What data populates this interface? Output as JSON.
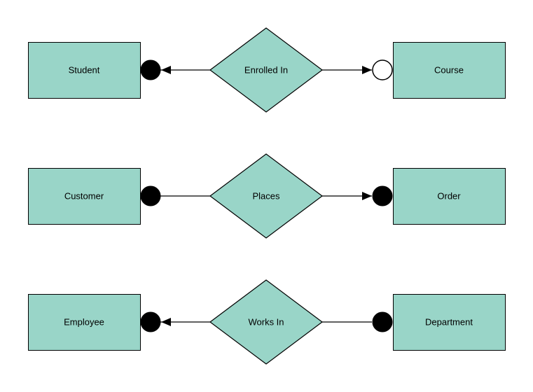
{
  "diagram": {
    "type": "entity-relationship",
    "colors": {
      "entity_fill": "#99d5c8",
      "entity_stroke": "#000000",
      "line": "#000000",
      "dot_filled": "#000000",
      "dot_open_fill": "#ffffff"
    },
    "rows": [
      {
        "left_entity": "Student",
        "relationship": "Enrolled In",
        "right_entity": "Course",
        "left_connector": {
          "dot": "filled",
          "arrowhead": true,
          "arrow_direction": "left"
        },
        "right_connector": {
          "dot": "open",
          "arrowhead": true,
          "arrow_direction": "right"
        }
      },
      {
        "left_entity": "Customer",
        "relationship": "Places",
        "right_entity": "Order",
        "left_connector": {
          "dot": "filled",
          "arrowhead": false,
          "arrow_direction": "none"
        },
        "right_connector": {
          "dot": "filled",
          "arrowhead": true,
          "arrow_direction": "right"
        }
      },
      {
        "left_entity": "Employee",
        "relationship": "Works In",
        "right_entity": "Department",
        "left_connector": {
          "dot": "filled",
          "arrowhead": true,
          "arrow_direction": "left"
        },
        "right_connector": {
          "dot": "filled",
          "arrowhead": false,
          "arrow_direction": "none"
        }
      }
    ]
  }
}
